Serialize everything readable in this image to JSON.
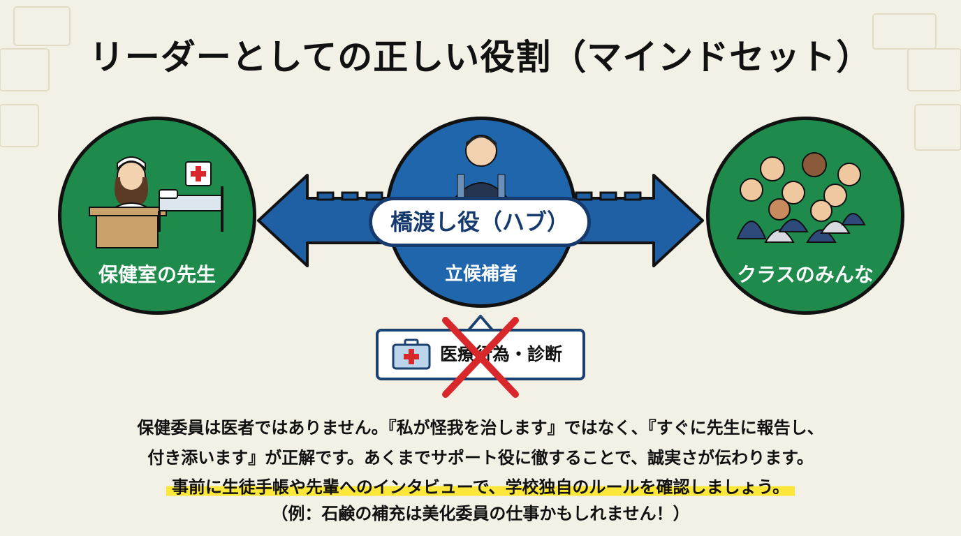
{
  "title": "リーダーとしての正しい役割（マインドセット）",
  "left_circle": {
    "label": "保健室の先生",
    "icon": "nurse-at-desk-icon"
  },
  "center_circle": {
    "hub_label": "橋渡し役（ハブ）",
    "label": "立候補者",
    "icon": "student-icon"
  },
  "right_circle": {
    "label": "クラスのみんな",
    "icon": "classmates-group-icon"
  },
  "prohibited": {
    "label": "医療行為・診断",
    "icon": "first-aid-kit-icon",
    "mark": "red-x-icon"
  },
  "body": {
    "line1": "保健委員は医者ではありません。『私が怪我を治します』ではなく、『すぐに先生に報告し、",
    "line2": "付き添います』が正解です。あくまでサポート役に徹することで、誠実さが伝わります。",
    "line3": "事前に生徒手帳や先輩へのインタビューで、学校独自のルールを確認しましょう。",
    "line4": "（例：石鹸の補充は美化委員の仕事かもしれません！）"
  },
  "colors": {
    "green": "#1e8a4c",
    "blue": "#1f66ad",
    "navy": "#163a6d",
    "highlight": "#fbe63a",
    "red": "#d8282c"
  }
}
